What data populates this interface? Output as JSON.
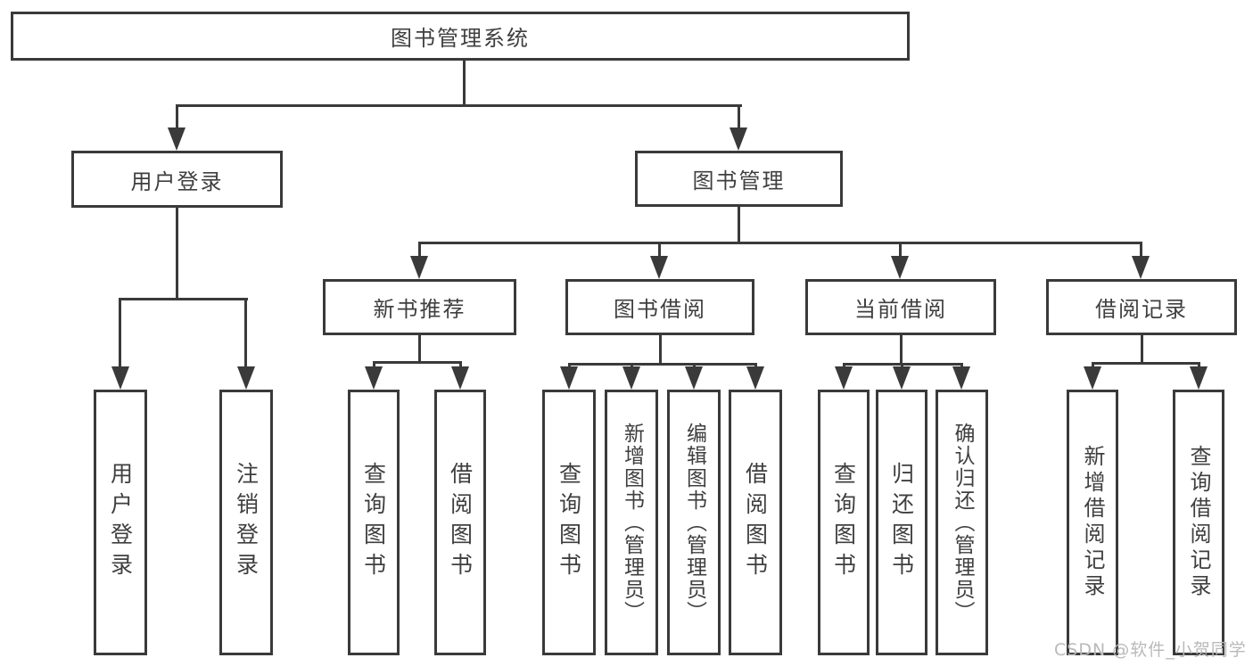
{
  "tree": {
    "root": {
      "label": "图书管理系统"
    },
    "branches": [
      {
        "label": "用户登录",
        "children": [
          {
            "label": "用户登录"
          },
          {
            "label": "注销登录"
          }
        ]
      },
      {
        "label": "图书管理",
        "children": [
          {
            "label": "新书推荐",
            "children": [
              {
                "label": "查询图书"
              },
              {
                "label": "借阅图书"
              }
            ]
          },
          {
            "label": "图书借阅",
            "children": [
              {
                "label": "查询图书"
              },
              {
                "label": "新增图书（管理员）"
              },
              {
                "label": "编辑图书（管理员）"
              },
              {
                "label": "借阅图书"
              }
            ]
          },
          {
            "label": "当前借阅",
            "children": [
              {
                "label": "查询图书"
              },
              {
                "label": "归还图书"
              },
              {
                "label": "确认归还（管理员）"
              }
            ]
          },
          {
            "label": "借阅记录",
            "children": [
              {
                "label": "新增借阅记录"
              },
              {
                "label": "查询借阅记录"
              }
            ]
          }
        ]
      }
    ]
  },
  "watermark": {
    "text": "CSDN @软件_小贺同学"
  },
  "colors": {
    "line": "#3a3a3a",
    "text": "#3f3f3f",
    "background": "#ffffff",
    "watermark": "#b9b9b9"
  }
}
